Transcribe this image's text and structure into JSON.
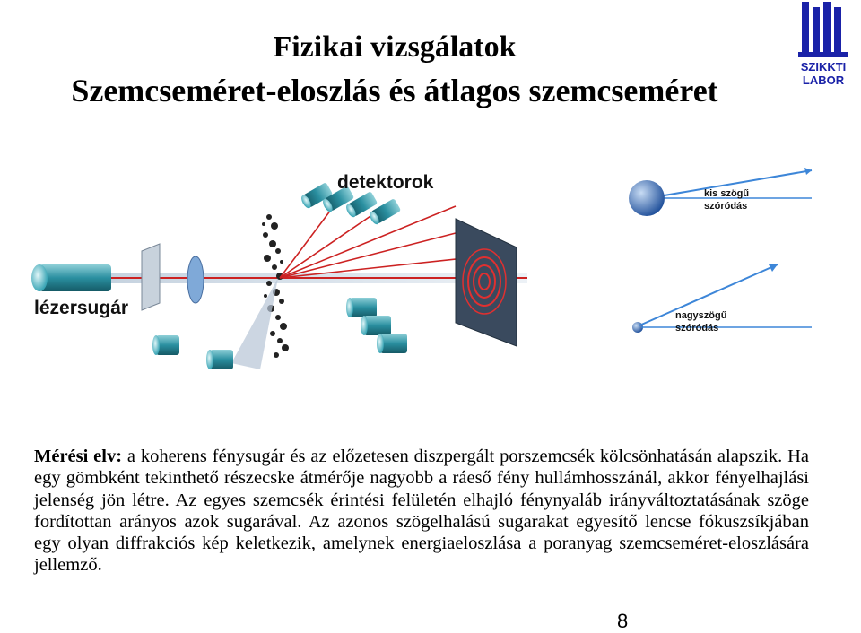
{
  "slide": {
    "title": "Fizikai vizsgálatok",
    "subtitle": "Szemcseméret-eloszlás és átlagos szemcseméret",
    "page_number": "8"
  },
  "logo": {
    "line1": "SZIKKTI",
    "line2": "LABOR",
    "color": "#1a22a8"
  },
  "diagram": {
    "detector_label": "detektorok",
    "laser_label": "lézersugár"
  },
  "scatter_demo": {
    "small_angle_label_1": "kis szögű",
    "small_angle_label_2": "szóródás",
    "wide_angle_label_1": "nagyszögű",
    "wide_angle_label_2": "szóródás"
  },
  "body": {
    "lead": "Mérési elv:",
    "text": " a koherens fénysugár és az előzetesen diszpergált porszemcsék kölcsönhatásán alapszik. Ha egy gömbként tekinthető részecske átmérője nagyobb a ráeső fény hullámhosszánál, akkor fényelhajlási jelenség jön létre. Az egyes szemcsék érintési felületén elhajló fénynyaláb irányváltoztatásának szöge fordítottan arányos azok sugarával. Az azonos szögelhalású sugarakat egyesítő lencse fókuszsíkjában egy olyan diffrakciós kép keletkezik, amelynek energiaeloszlása a poranyag szemcseméret-eloszlására jellemző."
  }
}
